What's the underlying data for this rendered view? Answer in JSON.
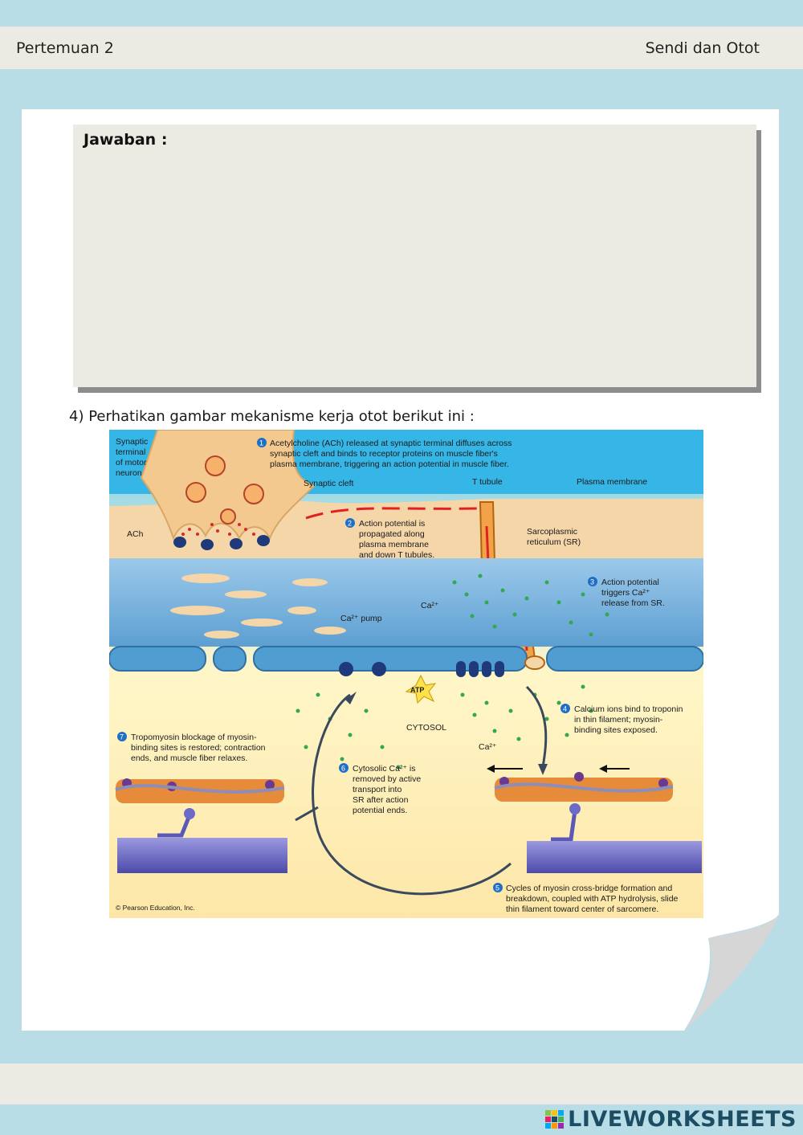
{
  "header": {
    "left": "Pertemuan 2",
    "right": "Sendi dan Otot"
  },
  "answer": {
    "label": "Jawaban :"
  },
  "question": {
    "text": "4) Perhatikan gambar mekanisme kerja otot berikut ini :"
  },
  "figure": {
    "neuron_label": [
      "Synaptic",
      "terminal",
      "of motor",
      "neuron"
    ],
    "ach_label": "ACh",
    "synaptic_cleft": "Synaptic cleft",
    "t_tubule": "T tubule",
    "plasma_membrane": "Plasma membrane",
    "sr_label": [
      "Sarcoplasmic",
      "reticulum (SR)"
    ],
    "ca_pump": "Ca²⁺ pump",
    "ca_label_1": "Ca²⁺",
    "ca_label_2": "Ca²⁺",
    "atp": "ATP",
    "cytosol": "CYTOSOL",
    "copyright": "© Pearson Education, Inc.",
    "steps": [
      {
        "num": "1",
        "lines": [
          "Acetylcholine (ACh) released at synaptic terminal diffuses across",
          "synaptic cleft and binds to receptor proteins on muscle fiber's",
          "plasma membrane, triggering an action potential in muscle fiber."
        ]
      },
      {
        "num": "2",
        "lines": [
          "Action potential is",
          "propagated along",
          "plasma membrane",
          "and down T tubules."
        ]
      },
      {
        "num": "3",
        "lines": [
          "Action potential",
          "triggers Ca²⁺",
          "release from SR."
        ]
      },
      {
        "num": "4",
        "lines": [
          "Calcium ions bind to troponin",
          "in thin filament; myosin-",
          "binding sites exposed."
        ]
      },
      {
        "num": "5",
        "lines": [
          "Cycles of myosin cross-bridge formation and",
          "breakdown, coupled with ATP hydrolysis, slide",
          "thin filament toward center of sarcomere."
        ]
      },
      {
        "num": "6",
        "lines": [
          "Cytosolic Ca²⁺ is",
          "removed by active",
          "transport into",
          "SR after action",
          "potential ends."
        ]
      },
      {
        "num": "7",
        "lines": [
          "Tropomyosin blockage of myosin-",
          "binding sites is restored; contraction",
          "ends, and muscle fiber relaxes."
        ]
      }
    ]
  },
  "footer": {
    "brand": "LIVEWORKSHEETS"
  },
  "colors": {
    "page_bg": "#b9dde6",
    "bar_bg": "#ecebe3",
    "answer_bg": "#ecebe3",
    "brand": "#1d4d63",
    "figure_sky": "#35b6e6",
    "membrane": "#f5d6a8",
    "sr_blue": "#4f9dd1"
  }
}
